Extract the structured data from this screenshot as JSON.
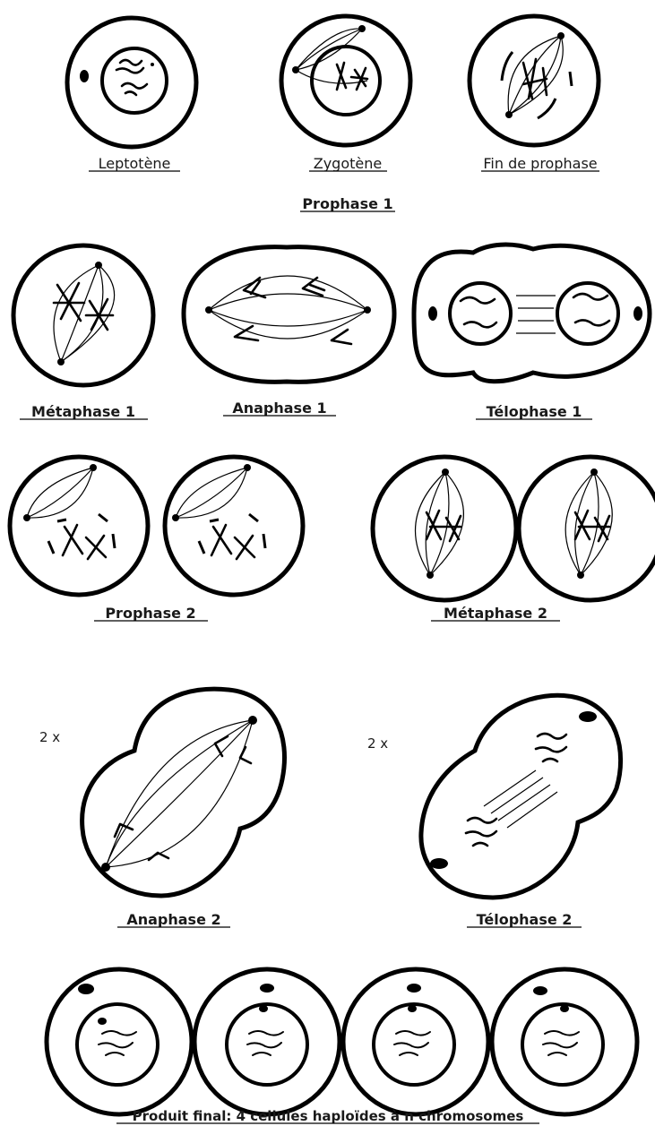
{
  "labels": {
    "leptotene": "Leptotène",
    "zygotene": "Zygotène",
    "fin_prophase": "Fin de prophase",
    "prophase1": "Prophase 1",
    "metaphase1": "Métaphase 1",
    "anaphase1": "Anaphase 1",
    "telophase1": "Télophase 1",
    "prophase2": "Prophase 2",
    "metaphase2": "Métaphase 2",
    "anaphase2": "Anaphase 2",
    "telophase2": "Télophase 2",
    "final": "Produit final: 4 cellules haploïdes à n chromosomes"
  },
  "multipliers": {
    "anaphase2": "2 x",
    "telophase2": "2 x"
  }
}
